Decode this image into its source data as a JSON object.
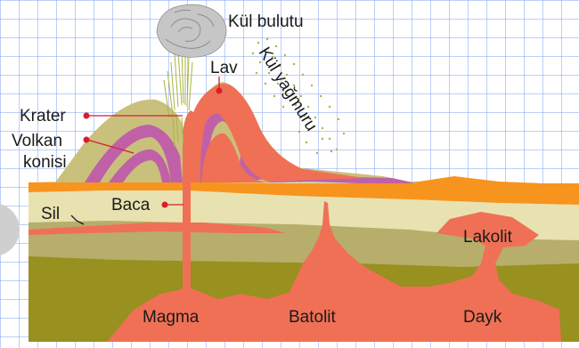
{
  "labels": {
    "ash_cloud": "Kül bulutu",
    "lava": "Lav",
    "ash_rain": "Kül yağmuru",
    "crater": "Krater",
    "volcano_cone_line1": "Volkan",
    "volcano_cone_line2": "konisi",
    "vent": "Baca",
    "sill": "Sil",
    "laccolith": "Lakolit",
    "magma": "Magma",
    "batholith": "Batolit",
    "dike": "Dayk"
  },
  "colors": {
    "grid": "#7aa0f0",
    "orange_layer": "#f7941d",
    "cream_layer": "#e8e2b0",
    "tan_layer": "#b6ae6a",
    "olive_layer": "#98901f",
    "magma": "#f07055",
    "cone_tan": "#c9c07c",
    "cone_purple": "#c061a8",
    "cloud": "#c6c6c6",
    "ash": "#a9b541",
    "marker": "#d81e2b"
  }
}
